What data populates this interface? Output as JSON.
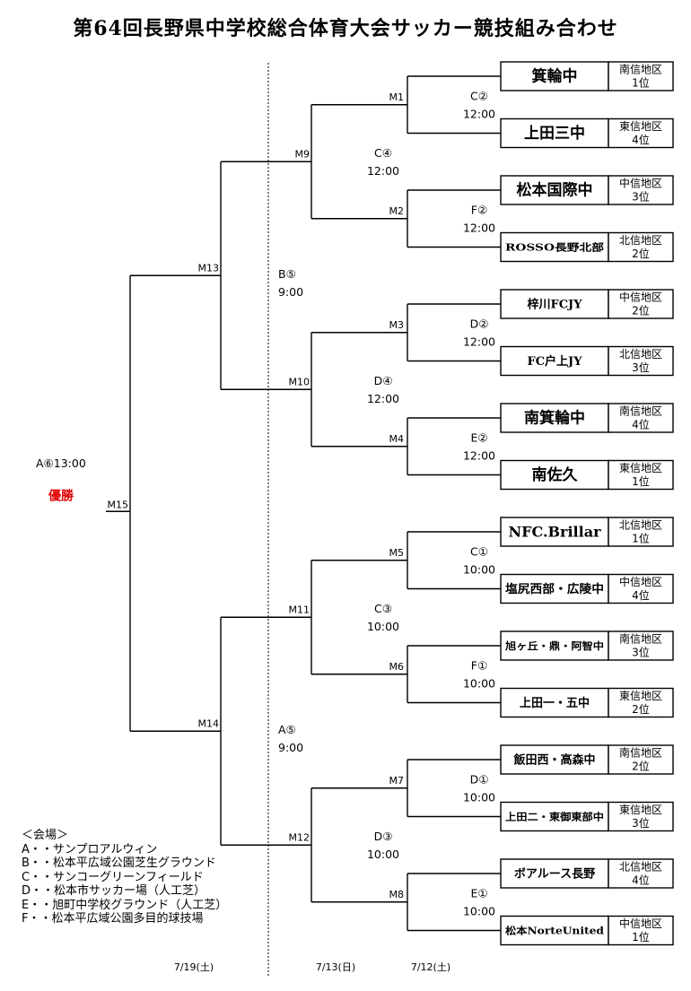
{
  "title": "第64回長野県中学校総合体育大会サッカー競技組み合わせ",
  "champion_label": "優勝",
  "colors": {
    "champion": "#e00000",
    "line": "#000000"
  },
  "teams": [
    {
      "name": "箕輪中",
      "region": "南信地区",
      "rank": "1位"
    },
    {
      "name": "上田三中",
      "region": "東信地区",
      "rank": "4位"
    },
    {
      "name": "松本国際中",
      "region": "中信地区",
      "rank": "3位"
    },
    {
      "name": "ROSSO長野北部",
      "region": "北信地区",
      "rank": "2位"
    },
    {
      "name": "梓川FCJY",
      "region": "中信地区",
      "rank": "2位"
    },
    {
      "name": "FC户上JY",
      "region": "北信地区",
      "rank": "3位"
    },
    {
      "name": "南箕輪中",
      "region": "南信地区",
      "rank": "4位"
    },
    {
      "name": "南佐久",
      "region": "東信地区",
      "rank": "1位"
    },
    {
      "name": "NFC.Brillar",
      "region": "北信地区",
      "rank": "1位"
    },
    {
      "name": "塩尻西部・広陵中",
      "region": "中信地区",
      "rank": "4位"
    },
    {
      "name": "旭ヶ丘・鼎・阿智中",
      "region": "南信地区",
      "rank": "3位"
    },
    {
      "name": "上田一・五中",
      "region": "東信地区",
      "rank": "2位"
    },
    {
      "name": "飯田西・高森中",
      "region": "南信地区",
      "rank": "2位"
    },
    {
      "name": "上田二・東御東部中",
      "region": "東信地区",
      "rank": "3位"
    },
    {
      "name": "ボアルース長野",
      "region": "北信地区",
      "rank": "4位"
    },
    {
      "name": "松本NorteUnited",
      "region": "中信地区",
      "rank": "1位"
    }
  ],
  "round1": [
    {
      "match": "M1",
      "venue": "C②",
      "time": "12:00"
    },
    {
      "match": "M2",
      "venue": "F②",
      "time": "12:00"
    },
    {
      "match": "M3",
      "venue": "D②",
      "time": "12:00"
    },
    {
      "match": "M4",
      "venue": "E②",
      "time": "12:00"
    },
    {
      "match": "M5",
      "venue": "C①",
      "time": "10:00"
    },
    {
      "match": "M6",
      "venue": "F①",
      "time": "10:00"
    },
    {
      "match": "M7",
      "venue": "D①",
      "time": "10:00"
    },
    {
      "match": "M8",
      "venue": "E①",
      "time": "10:00"
    }
  ],
  "round2": [
    {
      "match": "M9",
      "venue": "C④",
      "time": "12:00"
    },
    {
      "match": "M10",
      "venue": "D④",
      "time": "12:00"
    },
    {
      "match": "M11",
      "venue": "C③",
      "time": "10:00"
    },
    {
      "match": "M12",
      "venue": "D③",
      "time": "10:00"
    }
  ],
  "semis": [
    {
      "match": "M13",
      "venue": "B⑤",
      "time": "9:00"
    },
    {
      "match": "M14",
      "venue": "A⑤",
      "time": "9:00"
    }
  ],
  "final": {
    "match": "M15",
    "label": "A⑥13:00"
  },
  "dates": {
    "round1": "7/12(土)",
    "round2": "7/13(日)",
    "semis": "7/19(土)"
  },
  "venues": {
    "heading": "＜会場＞",
    "items": [
      "A・・サンプロアルウィン",
      "B・・松本平広域公園芝生グラウンド",
      "C・・サンコーグリーンフィールド",
      "D・・松本市サッカー場（人工芝）",
      "E・・旭町中学校グラウンド（人工芝）",
      "F・・松本平広域公園多目的球技場"
    ]
  }
}
